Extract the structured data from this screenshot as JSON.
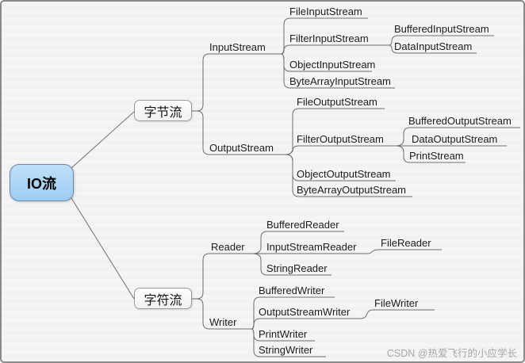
{
  "mindmap": {
    "root": {
      "label": "IO流"
    },
    "branches": [
      {
        "label": "字节流",
        "children": [
          {
            "label": "InputStream",
            "children": [
              {
                "label": "FileInputStream"
              },
              {
                "label": "FilterInputStream",
                "children": [
                  {
                    "label": "BufferedInputStream"
                  },
                  {
                    "label": "DataInputStream"
                  }
                ]
              },
              {
                "label": "ObjectInputStream"
              },
              {
                "label": "ByteArrayInputStream"
              }
            ]
          },
          {
            "label": "OutputStream",
            "children": [
              {
                "label": "FileOutputStream"
              },
              {
                "label": "FilterOutputStream",
                "children": [
                  {
                    "label": "BufferedOutputStream"
                  },
                  {
                    "label": "DataOutputStream"
                  },
                  {
                    "label": "PrintStream"
                  }
                ]
              },
              {
                "label": "ObjectOutputStream"
              },
              {
                "label": "ByteArrayOutputStream"
              }
            ]
          }
        ]
      },
      {
        "label": "字符流",
        "children": [
          {
            "label": "Reader",
            "children": [
              {
                "label": "BufferedReader"
              },
              {
                "label": "InputStreamReader",
                "children": [
                  {
                    "label": "FileReader"
                  }
                ]
              },
              {
                "label": "StringReader"
              }
            ]
          },
          {
            "label": "Writer",
            "children": [
              {
                "label": "BufferedWriter"
              },
              {
                "label": "OutputStreamWriter",
                "children": [
                  {
                    "label": "FileWriter"
                  }
                ]
              },
              {
                "label": "PrintWriter"
              },
              {
                "label": "StringWriter"
              }
            ]
          }
        ]
      }
    ]
  },
  "watermark": {
    "text": "CSDN @热爱飞行的小应学长"
  },
  "colors": {
    "root_fill": "#a8d3f6",
    "root_border": "#6e87a8",
    "line": "#6e6e6e",
    "text": "#1c1c1c",
    "watermark": "#a6a6a6",
    "background": "#f3f3f3"
  }
}
